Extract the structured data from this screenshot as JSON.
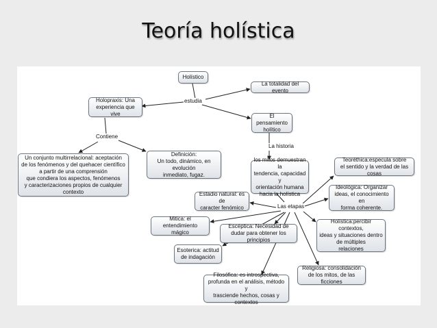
{
  "slide": {
    "title": "Teoría holística"
  },
  "map": {
    "nodes": {
      "holistico": "Holístico",
      "totalidad": "La totalidad del evento",
      "holopraxis": "Holopraxis: Una\nexperiencia que vive",
      "pensamiento": "El pensamiento\nholítico",
      "conjunto": "Un conjunto multirrelacional: aceptación\nde los fenómenos y del quehacer científico\na partir de una comprensión\nque condiera los aspectos, fenómenos\ny caracterizaciones propios de cualquier contexto",
      "definicion": "Definición:\nUn todo, dinámico, en evolución\ninmediato, fugaz.",
      "mitos": "los mitos demuestran la\ntendencia, capacidad y\norientación humana\nhacia la holística",
      "teoretica": "Teoréthica:especula sobre\nel sentido y la verdad de las cosas",
      "ideologica": "Ideológica: Organizar\nideas, el conocimiento en\nforma coherente.",
      "estadio": "Estadio natural: es de\ncaracter fenómico",
      "holistica": "Holística:percibir contextos,\nideas y situaciones dentro\nde múltiples\nrelaciones",
      "mitica": "Mitica: el entendimiento\nmágico",
      "esceptica": "Escéptica: Necesidad de\ndudar para obtener los principios",
      "esoterica": "Esoterica: actitud\nde indagación",
      "religiosa": "Religiosa: consolidación\nde los mitos, de las ficciones",
      "filosofica": "Filosófica: es introspectiva,\nprofunda en el análisis, método y\ntrasciende hechos, cosas y contextos"
    },
    "phrases": {
      "estudia": "estudia",
      "contiene": "Contiene",
      "la_historia": "La historia",
      "las_etapas": "Las etapas"
    },
    "colors": {
      "border": "#6b7580",
      "link": "#222222"
    }
  }
}
